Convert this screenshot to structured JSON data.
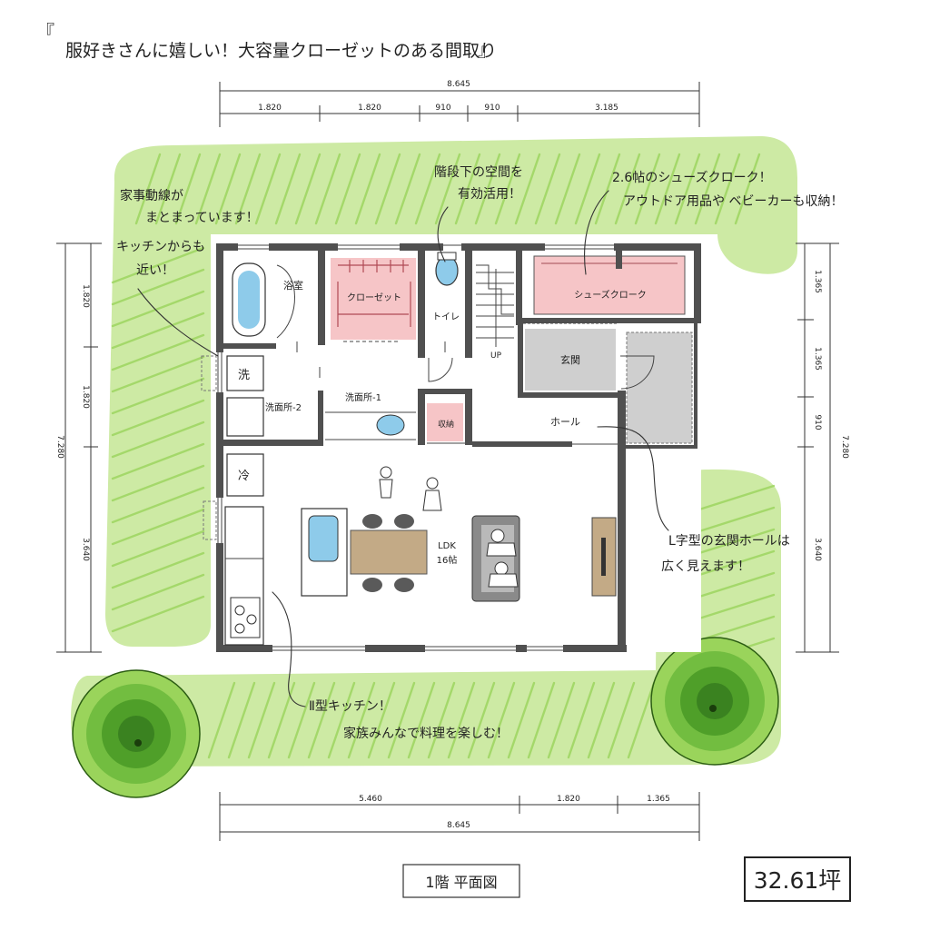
{
  "title": {
    "open": "『",
    "text": "服好きさんに嬉しい！大容量クローゼットのある間取り",
    "close": "』"
  },
  "dimensions": {
    "top": {
      "total": "8.645",
      "segments": [
        "1.820",
        "1.820",
        "910",
        "910",
        "3.185"
      ]
    },
    "bottom": {
      "total": "8.645",
      "segments": [
        "5.460",
        "1.820",
        "1.365"
      ]
    },
    "left": {
      "total": "7.280",
      "segments": [
        "1.820",
        "1.820",
        "3.640"
      ]
    },
    "right": {
      "total": "7.280",
      "segments": [
        "1.365",
        "1.365",
        "910",
        "3.640"
      ]
    }
  },
  "rooms": {
    "bath": "浴室",
    "closet": "クローゼット",
    "toilet": "トイレ",
    "shoe_cloak": "シューズクローク",
    "entrance": "玄関",
    "washer": "洗",
    "washroom_2": "洗面所-2",
    "washroom_1": "洗面所-1",
    "storage": "収納",
    "hall": "ホール",
    "fridge": "冷",
    "ldk": "LDK",
    "ldk_size": "16帖",
    "stairs": "UP"
  },
  "annotations": {
    "housework": [
      "家事動線が",
      "まとまっています！"
    ],
    "near_kitchen": [
      "キッチンからも",
      "近い！"
    ],
    "under_stairs": [
      "階段下の空間を",
      "有効活用！"
    ],
    "shoe_cloak": [
      "2.6帖のシューズクローク！",
      "アウトドア用品や ベビーカーも収納！"
    ],
    "hall": [
      "L字型の玄関ホールは",
      "広く見えます！"
    ],
    "kitchen": [
      "Ⅱ型キッチン！",
      "家族みんなで料理を楽しむ！"
    ]
  },
  "footer": {
    "floor": "1階 平面図",
    "area": "32.61坪"
  },
  "colors": {
    "lawn": "#cdeaa4",
    "lawn_stroke": "#97d357",
    "wall": "#505050",
    "closet": "#f6c5c7",
    "water": "#8ecbea",
    "floor_grey": "#cfcfcf",
    "table": "#c3aa86",
    "sofa": "#8a8a8a",
    "tree_outer": "#9ad45b",
    "tree_mid": "#72bd40",
    "tree_inner": "#4f9f29",
    "tree_core": "#3a8220"
  }
}
